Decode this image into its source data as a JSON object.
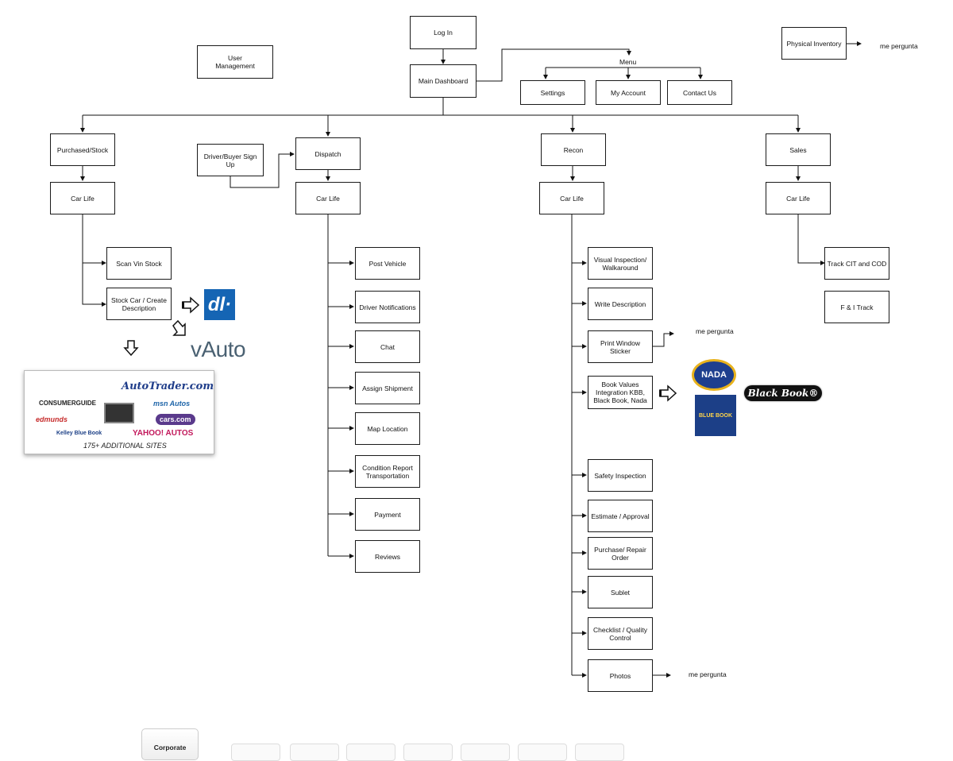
{
  "nodes": {
    "login": "Log In",
    "user_mgmt": "User\nManagement",
    "main_dashboard": "Main Dashboard",
    "menu": "Menu",
    "settings": "Settings",
    "my_account": "My Account",
    "contact_us": "Contact Us",
    "physical_inventory": "Physical Inventory",
    "me_pergunta": "me pergunta",
    "purchased_stock": "Purchased/Stock",
    "driver_buyer_signup": "Driver/Buyer  Sign Up",
    "dispatch": "Dispatch",
    "recon": "Recon",
    "sales": "Sales",
    "car_life": "Car Life",
    "scan_vin_stock": "Scan Vin Stock",
    "stock_car": "Stock Car / Create\nDescription",
    "post_vehicle": "Post Vehicle",
    "driver_notifications": "Driver Notifications",
    "chat": "Chat",
    "assign_shipment": "Assign Shipment",
    "map_location": "Map Location",
    "condition_report": "Condition Report\nTransportation",
    "payment": "Payment",
    "reviews": "Reviews",
    "visual_inspection": "Visual Inspection/\nWalkaround",
    "write_description": "Write Description",
    "print_window_sticker": "Print Window Sticker",
    "book_values": "Book Values\nIntegration KBB,\nBlack Book, Nada",
    "safety_inspection": "Safety Inspection",
    "estimate_approval": "Estimate / Approval",
    "purchase_repair": "Purchase/ Repair\nOrder",
    "sublet": "Sublet",
    "checklist": "Checklist / Quality\nControl",
    "photos": "Photos",
    "track_cit": "Track CIT and COD",
    "fi_track": "F & I Track"
  },
  "logos": {
    "dl": "dl·",
    "vauto": "vAuto",
    "nada": "NADA",
    "kbb": "BLUE BOOK",
    "black_book": "Black Book®",
    "sites": {
      "autotrader": "AutoTrader.com",
      "consumerguide": "CONSUMERGUIDE",
      "msn": "msn Autos",
      "edmunds": "edmunds",
      "cars": "cars.com",
      "kbb": "Kelley Blue Book",
      "yahoo": "YAHOO! AUTOS",
      "additional": "175+ ADDITIONAL SITES"
    }
  },
  "footer": {
    "corporate": "Corporate"
  },
  "icons": {
    "right_hollow_arrow": "hollow-arrow-right-icon",
    "down_hollow_arrow": "hollow-arrow-down-icon",
    "diagonal_hollow_arrow": "hollow-arrow-diagonal-icon"
  }
}
